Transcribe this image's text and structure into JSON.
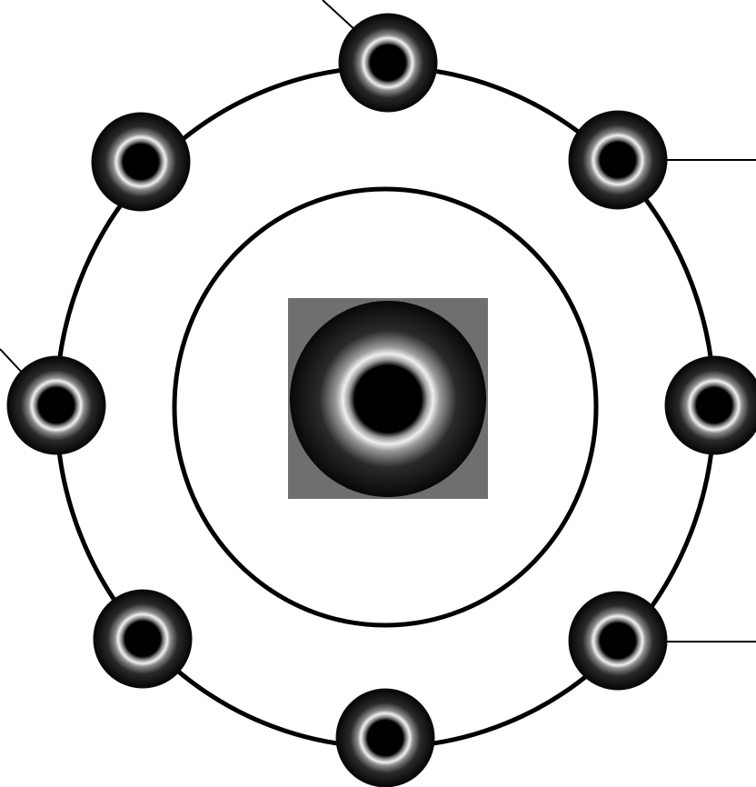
{
  "diagram": {
    "type": "atom-shell-model",
    "colors": {
      "background": "#ffffff",
      "line": "#000000",
      "nucleus_box": "#6f6f6f",
      "ring_highlight": "#e8e8e8",
      "sphere_edge": "#111111"
    },
    "shells": [
      {
        "name": "inner-shell",
        "electron_count": 0
      },
      {
        "name": "outer-shell",
        "electron_count": 8
      }
    ],
    "nucleus": {
      "icon": "nucleus-icon"
    },
    "electrons": [
      {
        "name": "electron-top",
        "icon": "electron-icon"
      },
      {
        "name": "electron-top-right",
        "icon": "electron-icon"
      },
      {
        "name": "electron-right",
        "icon": "electron-icon"
      },
      {
        "name": "electron-bottom-right",
        "icon": "electron-icon"
      },
      {
        "name": "electron-bottom",
        "icon": "electron-icon"
      },
      {
        "name": "electron-bottom-left",
        "icon": "electron-icon"
      },
      {
        "name": "electron-left",
        "icon": "electron-icon"
      },
      {
        "name": "electron-top-left",
        "icon": "electron-icon"
      }
    ],
    "leader_lines": [
      {
        "name": "leader-line-top"
      },
      {
        "name": "leader-line-upper-right"
      },
      {
        "name": "leader-line-left"
      },
      {
        "name": "leader-line-lower-right"
      }
    ]
  }
}
